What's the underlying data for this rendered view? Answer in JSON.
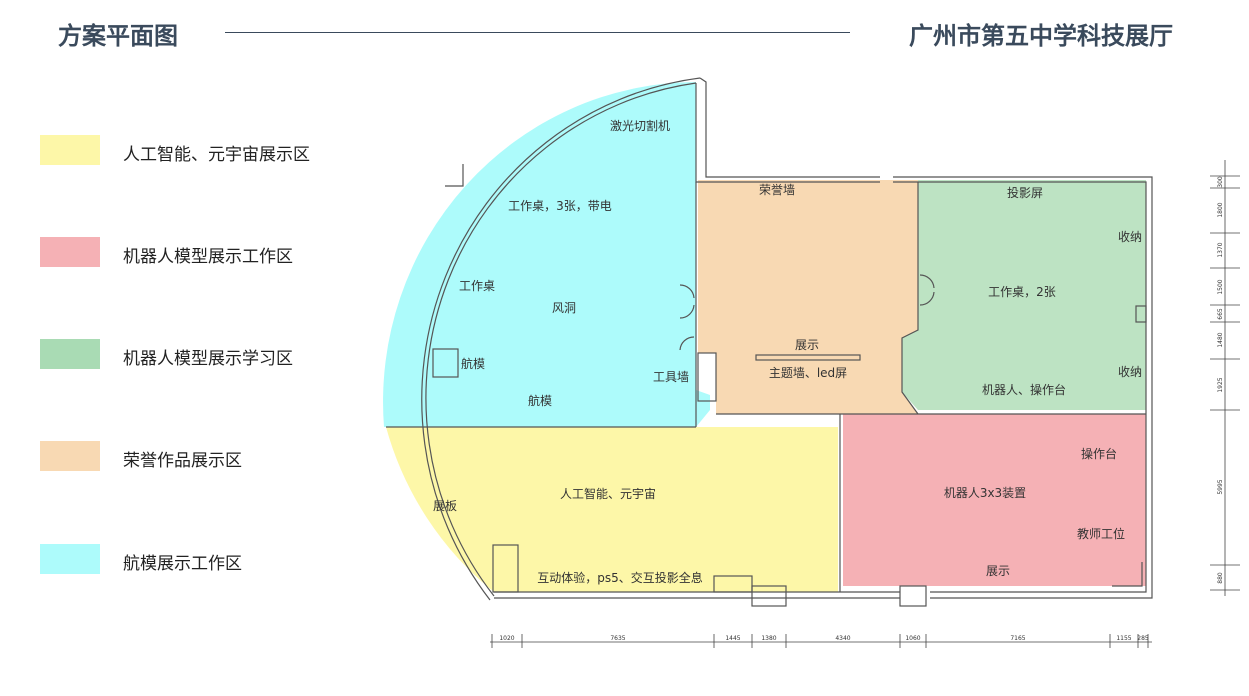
{
  "header": {
    "left_title": "方案平面图",
    "right_title": "广州市第五中学科技展厅"
  },
  "legend": [
    {
      "label": "人工智能、元宇宙展示区",
      "color": "#fdf7a8"
    },
    {
      "label": "机器人模型展示工作区",
      "color": "#f5b1b5"
    },
    {
      "label": "机器人模型展示学习区",
      "color": "#a9dbb4"
    },
    {
      "label": "荣誉作品展示区",
      "color": "#f8d9b3"
    },
    {
      "label": "航模展示工作区",
      "color": "#adfbfb"
    }
  ],
  "zones": {
    "cyan": {
      "color": "#adfbfb",
      "labels": [
        "激光切割机",
        "工作桌，3张，带电",
        "工作桌",
        "风洞",
        "航模",
        "航模",
        "工具墙"
      ]
    },
    "orange": {
      "color": "#f8d9b3",
      "labels": [
        "荣誉墙",
        "展示",
        "主题墙、led屏"
      ]
    },
    "green": {
      "color": "#bde3c3",
      "labels": [
        "投影屏",
        "收纳",
        "工作桌，2张",
        "收纳",
        "机器人、操作台"
      ]
    },
    "yellow": {
      "color": "#fdf7a8",
      "labels": [
        "展板",
        "人工智能、元宇宙",
        "互动体验，ps5、交互投影全息"
      ]
    },
    "pink": {
      "color": "#f5b1b5",
      "labels": [
        "操作台",
        "机器人3x3装置",
        "教师工位",
        "展示"
      ]
    }
  },
  "dimensions": {
    "bottom": [
      "1020",
      "7635",
      "1445",
      "1380",
      "4340",
      "1060",
      "7165",
      "1155",
      "285"
    ],
    "right": [
      "300",
      "1800",
      "1370",
      "1500",
      "665",
      "1480",
      "1925",
      "5995",
      "880"
    ]
  }
}
